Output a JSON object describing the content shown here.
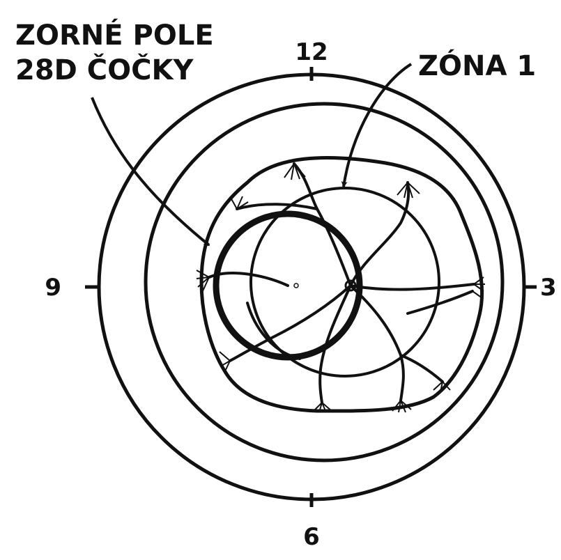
{
  "labels": {
    "field_of_view_line1": "ZORNÉ POLE",
    "field_of_view_line2": "28D ČOČKY",
    "zone": "ZÓNA 1"
  },
  "clock_positions": {
    "top": "12",
    "right": "3",
    "bottom": "6",
    "left": "9"
  },
  "colors": {
    "ink": "#111111",
    "paper": "#ffffff"
  }
}
